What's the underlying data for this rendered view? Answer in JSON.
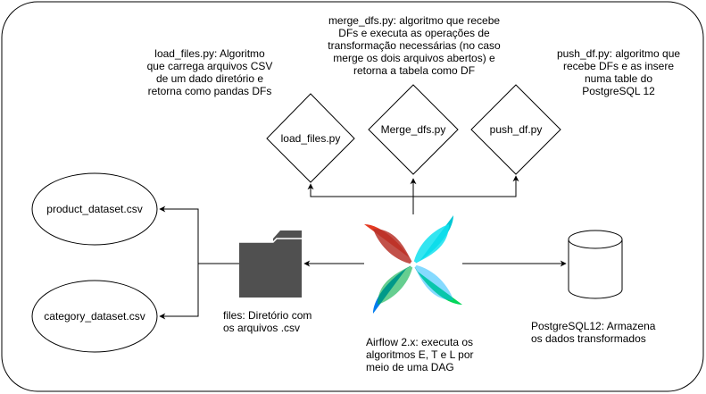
{
  "nodes": {
    "product_dataset": "product_dataset.csv",
    "category_dataset": "category_dataset.csv",
    "load_files": "load_files.py",
    "merge_dfs": "Merge_dfs.py",
    "push_df": "push_df.py"
  },
  "annotations": {
    "load_files_desc": "load_files.py: Algoritmo\nque carrega arquivos CSV\nde um dado diretório e\nretorna como pandas DFs",
    "merge_dfs_desc": "merge_dfs.py: algoritmo que recebe\nDFs e executa as operações de\ntransformação necessárias (no caso\nmerge os dois arquivos abertos)  e\nretorna  a tabela como DF",
    "push_df_desc": "push_df.py: algoritmo que\nrecebe DFs e as insere\nnuma table do\nPostgreSQL 12",
    "files_desc": "files: Diretório com\nos arquivos .csv",
    "airflow_desc": "Airflow 2.x: executa os\nalgoritmos E, T e L por\nmeio de uma DAG",
    "postgres_desc": "PostgreSQL12: Armazena\nos dados transformados"
  },
  "icons": {
    "folder": "folder-icon",
    "airflow": "airflow-logo-icon",
    "database": "database-cylinder-icon"
  },
  "colors": {
    "stroke": "#000000",
    "folder": "#505050",
    "airflow_red": "#e43921",
    "airflow_teal": "#00c7d4",
    "airflow_green": "#04d659",
    "airflow_blue": "#017cee"
  }
}
